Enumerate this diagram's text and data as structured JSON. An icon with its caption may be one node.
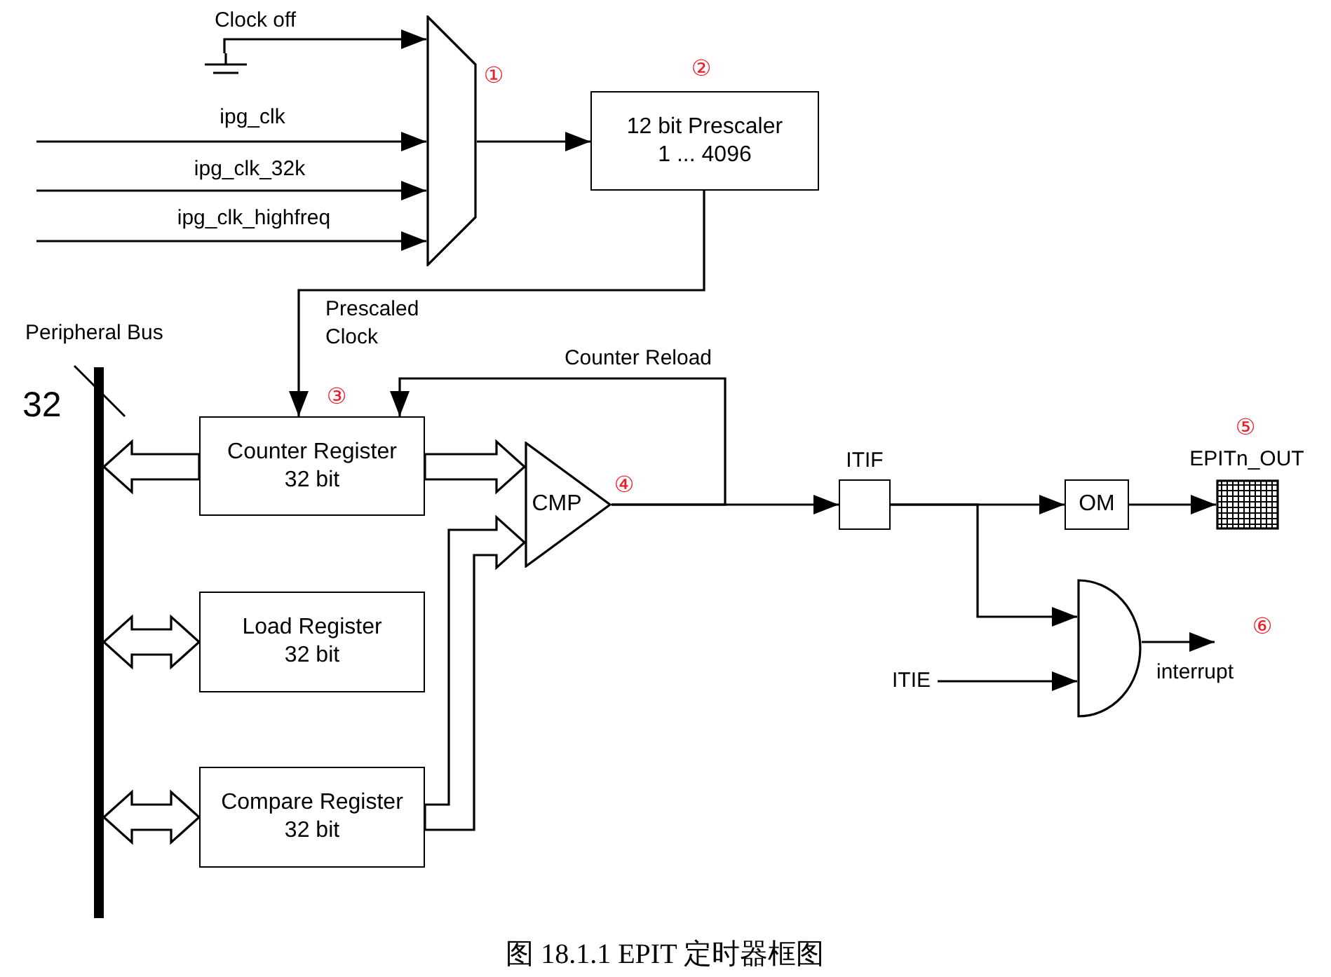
{
  "diagram": {
    "caption": "图 18.1.1 EPIT 定时器框图",
    "nodes": [
      {
        "text": [],
        "shape": "ground"
      },
      {
        "text": [],
        "shape": "trapezoid",
        "beside": [
          "①"
        ]
      },
      {
        "text": [
          "12 bit Prescaler 1 ... 4096"
        ],
        "beside": [
          "②"
        ]
      },
      {
        "text": [],
        "shape": "bar",
        "beside": [
          "Peripheral Bus",
          "32"
        ]
      },
      {
        "text": [
          "Counter Register 32 bit"
        ],
        "beside": [
          "③"
        ]
      },
      {
        "text": [
          "Load Register 32 bit"
        ]
      },
      {
        "text": [
          "Compare Register 32 bit"
        ]
      },
      {
        "text": [
          "CMP"
        ],
        "beside": [
          "④"
        ]
      },
      {
        "text": [
          "ITIF"
        ]
      },
      {
        "text": [
          "OM"
        ]
      },
      {
        "text": [],
        "shape": "box",
        "beside": [
          "⑤",
          "EPITn_OUT"
        ]
      },
      {
        "text": [],
        "shape": "gate"
      },
      {
        "text": [
          "ITIE"
        ]
      }
    ],
    "edges": [
      {
        "from": 0,
        "to": 1,
        "arrow": "to",
        "label": "Clock off"
      },
      {
        "from": null,
        "to": 1,
        "arrow": "to",
        "label": "ipg_clk"
      },
      {
        "from": null,
        "to": 1,
        "arrow": "to",
        "label": "ipg_clk_32k"
      },
      {
        "from": null,
        "to": 1,
        "arrow": "to",
        "label": "ipg_clk_highfreq"
      },
      {
        "from": 1,
        "to": 2,
        "arrow": "to"
      },
      {
        "from": 2,
        "to": 4,
        "arrow": "to",
        "label": "Prescaled Clock"
      },
      {
        "from": 4,
        "to": 3,
        "arrow": "to",
        "style": "thick"
      },
      {
        "from": 3,
        "to": 5,
        "arrow": "both",
        "style": "thick"
      },
      {
        "from": 3,
        "to": 6,
        "arrow": "both",
        "style": "thick"
      },
      {
        "from": 4,
        "to": 7,
        "arrow": "to",
        "style": "thick"
      },
      {
        "from": 6,
        "to": 7,
        "arrow": "to",
        "style": "thick"
      },
      {
        "from": 7,
        "to": 8,
        "arrow": "to"
      },
      {
        "from": 7,
        "to": 4,
        "arrow": "to",
        "label": "Counter Reload"
      },
      {
        "from": 8,
        "to": 9,
        "arrow": "to"
      },
      {
        "from": 9,
        "to": 10,
        "arrow": "to"
      },
      {
        "from": 8,
        "to": 11,
        "arrow": "to"
      },
      {
        "from": 12,
        "to": 11,
        "arrow": "to"
      },
      {
        "from": 11,
        "to": null,
        "arrow": "to",
        "label": "interrupt"
      }
    ],
    "labels": [
      "⑥"
    ]
  }
}
